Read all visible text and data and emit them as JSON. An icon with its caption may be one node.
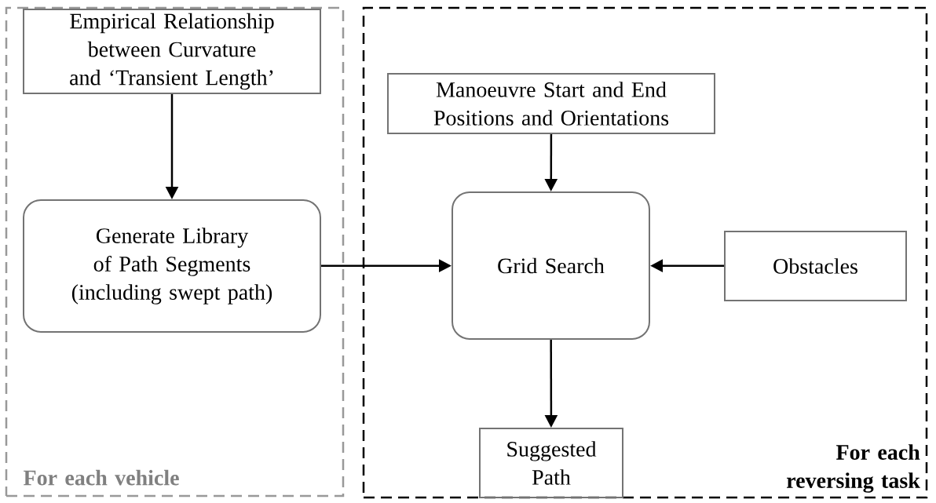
{
  "diagram": {
    "nodes": [
      {
        "text": [
          "For each vehicle"
        ]
      },
      {
        "text": [
          "For each reversing task"
        ]
      },
      {
        "text": [
          "Empirical Relationship between Curvature and ‘Transient Length’"
        ],
        "in": 0
      },
      {
        "text": [
          "Generate Library of Path Segments (including swept path)"
        ],
        "in": 0
      },
      {
        "text": [
          "Manoeuvre Start and End Positions and Orientations"
        ],
        "in": 1
      },
      {
        "text": [
          "Grid Search"
        ],
        "in": 1
      },
      {
        "text": [
          "Obstacles"
        ],
        "in": 1
      },
      {
        "text": [
          "Suggested Path"
        ],
        "in": 1
      }
    ],
    "edges": [
      {
        "from": 2,
        "to": 3,
        "arrow": "to"
      },
      {
        "from": 4,
        "to": 5,
        "arrow": "to"
      },
      {
        "from": 3,
        "to": 5,
        "arrow": "to"
      },
      {
        "from": 6,
        "to": 5,
        "arrow": "to"
      },
      {
        "from": 5,
        "to": 7,
        "arrow": "to"
      }
    ]
  }
}
